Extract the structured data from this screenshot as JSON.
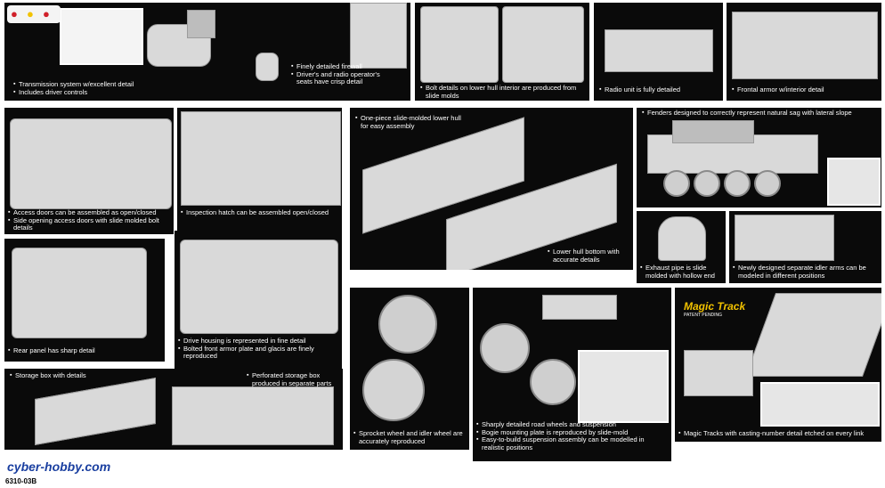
{
  "panels": {
    "transmission": {
      "items": [
        "Transmission system w/excellent detail",
        "Includes driver controls"
      ]
    },
    "firewall": {
      "items": [
        "Finely detailed firewall",
        "Driver's and radio operator's seats have crisp detail"
      ]
    },
    "bolts": {
      "items": [
        "Bolt details on lower hull interior are produced from slide molds"
      ]
    },
    "radio": {
      "items": [
        "Radio unit is fully detailed"
      ]
    },
    "frontal": {
      "items": [
        "Frontal armor w/interior detail"
      ]
    },
    "access": {
      "items": [
        "Access doors can be assembled as open/closed",
        "Side opening access doors with slide molded bolt details"
      ]
    },
    "inspection": {
      "items": [
        "Inspection hatch can be assembled open/closed"
      ]
    },
    "hull_slide": {
      "items": [
        "One-piece slide-molded lower hull for easy assembly"
      ]
    },
    "hull_bottom": {
      "items": [
        "Lower hull bottom with accurate details"
      ]
    },
    "fenders": {
      "items": [
        "Fenders designed to correctly represent natural sag with lateral slope"
      ]
    },
    "exhaust": {
      "items": [
        "Exhaust pipe is slide molded with hollow end"
      ]
    },
    "idler": {
      "items": [
        "Newly designed separate idler arms can be modeled in different positions"
      ]
    },
    "rear": {
      "items": [
        "Rear panel has sharp detail"
      ]
    },
    "drive": {
      "items": [
        "Drive housing is represented in fine detail",
        "Bolted front armor plate and glacis are finely reproduced"
      ]
    },
    "storage": {
      "items": [
        "Storage box with details"
      ]
    },
    "storage_perf": {
      "items": [
        "Perforated storage box produced in separate parts"
      ]
    },
    "sprocket": {
      "items": [
        "Sprocket wheel and idler wheel are accurately reproduced"
      ]
    },
    "wheels": {
      "items": [
        "Sharply detailed road wheels and suspension",
        "Bogie mounting plate is reproduced by slide-mold",
        "Easy-to-build suspension assembly can be modelled in realistic positions"
      ]
    },
    "tracks": {
      "items": [
        "Magic Tracks with casting-number detail etched on every link"
      ]
    }
  },
  "branding": {
    "magic_track_logo": "Magic Track",
    "magic_track_sub": "PATENT PENDING",
    "watermark_url": "cyber-hobby.com",
    "corner_logo": "6310-03B"
  },
  "colors": {
    "panel_bg": "#0a0a0a",
    "caption": "#ffffff",
    "logo_red": "#d0202a",
    "logo_yellow": "#f2c200"
  }
}
